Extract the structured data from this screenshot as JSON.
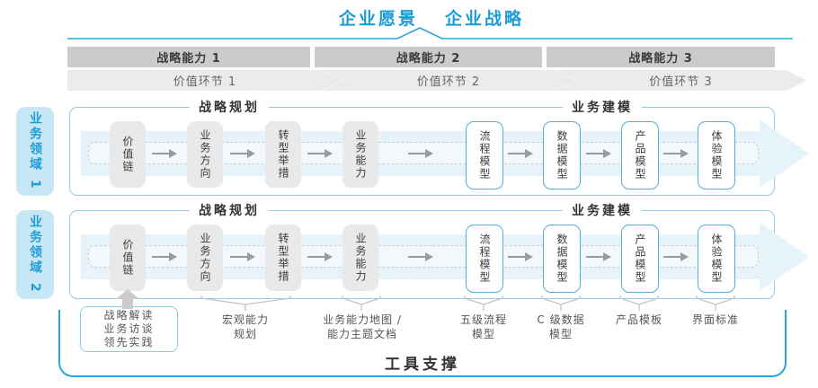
{
  "header": {
    "vision": "企业愿景",
    "strategy": "企业战略"
  },
  "capability_bars": [
    {
      "label": "战略能力 1"
    },
    {
      "label": "战略能力 2"
    },
    {
      "label": "战略能力 3"
    }
  ],
  "value_chevrons": [
    {
      "label": "价值环节 1"
    },
    {
      "label": "价值环节 2"
    },
    {
      "label": "价值环节 3"
    }
  ],
  "domains": [
    {
      "label": "业务领域 1",
      "planning_header": "战略规划",
      "modeling_header": "业务建模",
      "planning_boxes": [
        "价值链",
        "业务方向",
        "转型举措",
        "业务能力"
      ],
      "modeling_boxes": [
        "流程模型",
        "数据模型",
        "产品模型",
        "体验模型"
      ]
    },
    {
      "label": "业务领域 2",
      "planning_header": "战略规划",
      "modeling_header": "业务建模",
      "planning_boxes": [
        "价值链",
        "业务方向",
        "转型举措",
        "业务能力"
      ],
      "modeling_boxes": [
        "流程模型",
        "数据模型",
        "产品模型",
        "体验模型"
      ]
    }
  ],
  "annotations": {
    "practice_box": "战略解读\n业务访谈\n领先实践",
    "notes": [
      "宏观能力\n规划",
      "业务能力地图 /\n能力主题文档",
      "五级流程\n模型",
      "C 级数据\n模型",
      "产品模板",
      "界面标准"
    ]
  },
  "tool_support": {
    "label": "工具支撑"
  },
  "colors": {
    "accent_blue": "#1E9CD7",
    "light_blue_fill": "#C8E7F6",
    "band_blue": "#E7F3FA",
    "bar_gray": "#CBCBCB",
    "chevron_gray": "#EBEBEB",
    "box_gray": "#E9E9E9",
    "box_blue_border": "#54AEDB",
    "arrow_gray": "#9B9B9B"
  }
}
